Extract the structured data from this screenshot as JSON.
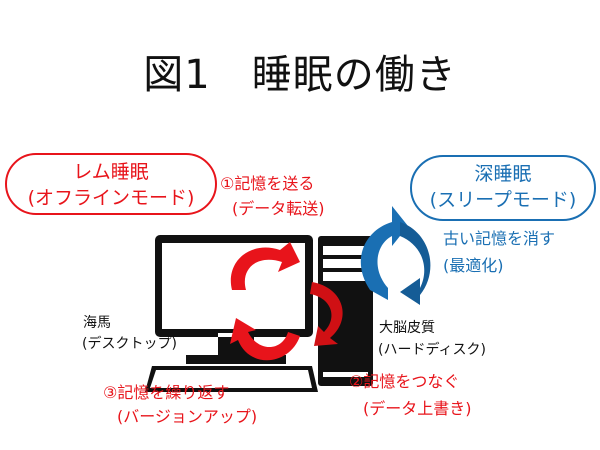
{
  "title": "図1　睡眠の働き",
  "rem": {
    "line1": "レム睡眠",
    "line2": "(オフラインモード)"
  },
  "deep": {
    "line1": "深睡眠",
    "line2": "(スリープモード)"
  },
  "step1": {
    "line1": "①記憶を送る",
    "line2": "(データ転送)"
  },
  "step2": {
    "line1": "②記憶をつなぐ",
    "line2": "(データ上書き)"
  },
  "step3": {
    "line1": "③記憶を繰り返す",
    "line2": "(バージョンアップ)"
  },
  "deep_action": {
    "line1": "古い記憶を消す",
    "line2": "(最適化)"
  },
  "hippocampus": {
    "line1": "海馬",
    "line2": "(デスクトップ)"
  },
  "cortex": {
    "line1": "大脳皮質",
    "line2": "(ハードディスク)"
  },
  "colors": {
    "red": "#e8141b",
    "blue": "#1a6fb3"
  }
}
